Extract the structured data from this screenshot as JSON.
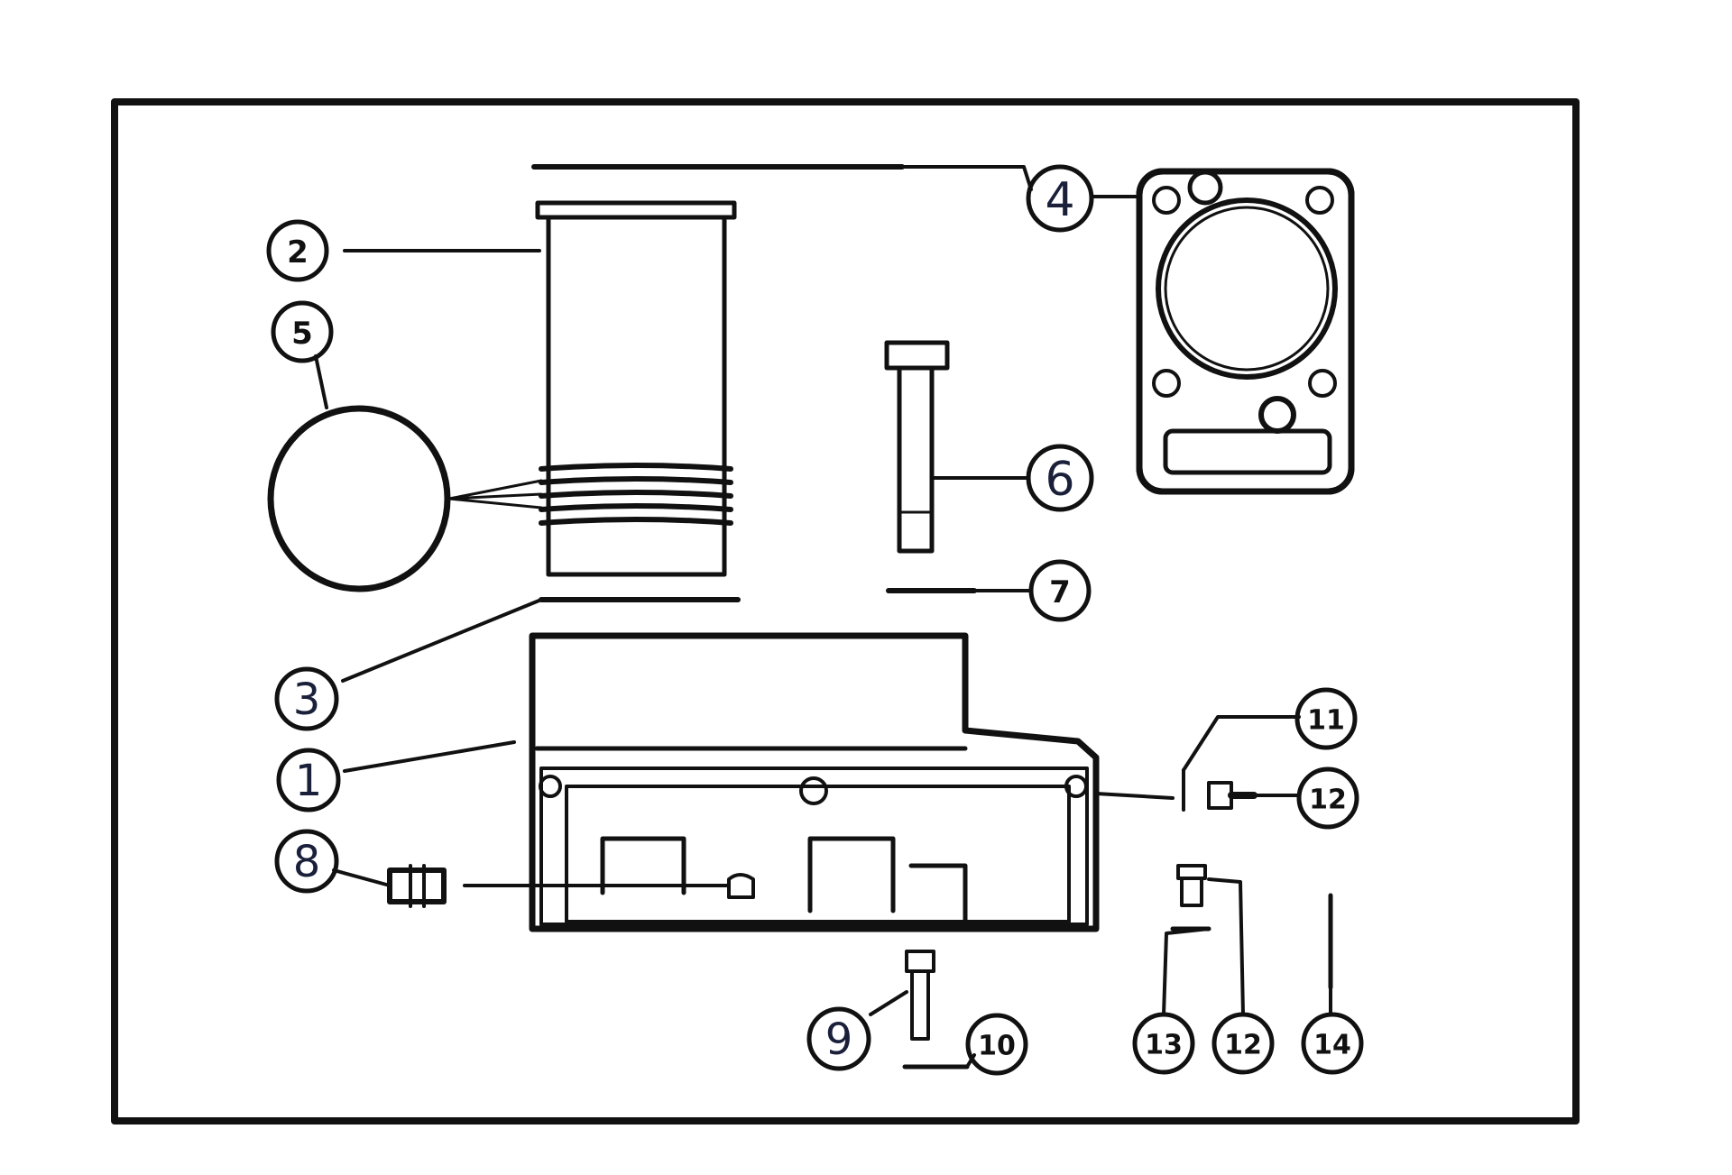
{
  "diagram": {
    "ink_color": "#111111",
    "callouts": [
      {
        "id": "c1",
        "label": "1",
        "style": "thin"
      },
      {
        "id": "c2",
        "label": "2",
        "style": "bold"
      },
      {
        "id": "c3",
        "label": "3",
        "style": "thin"
      },
      {
        "id": "c4",
        "label": "4",
        "style": "thin"
      },
      {
        "id": "c5",
        "label": "5",
        "style": "bold"
      },
      {
        "id": "c6",
        "label": "6",
        "style": "thin"
      },
      {
        "id": "c7",
        "label": "7",
        "style": "bold"
      },
      {
        "id": "c8",
        "label": "8",
        "style": "thin"
      },
      {
        "id": "c9",
        "label": "9",
        "style": "thin"
      },
      {
        "id": "c10",
        "label": "10",
        "style": "bold"
      },
      {
        "id": "c11",
        "label": "11",
        "style": "bold"
      },
      {
        "id": "c12a",
        "label": "12",
        "style": "bold"
      },
      {
        "id": "c12b",
        "label": "12",
        "style": "bold"
      },
      {
        "id": "c13",
        "label": "13",
        "style": "bold"
      },
      {
        "id": "c14",
        "label": "14",
        "style": "bold"
      }
    ]
  }
}
